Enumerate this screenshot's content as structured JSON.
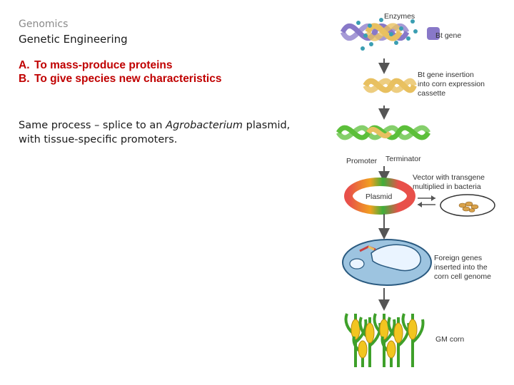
{
  "slide": {
    "kicker": "Genomics",
    "heading": "Genetic Engineering",
    "purposes": [
      {
        "label": "A.",
        "text": "To mass-produce proteins"
      },
      {
        "label": "B.",
        "text": "To give species new characteristics"
      }
    ],
    "body": {
      "before": "Same process – splice to an ",
      "italic": "Agrobacterium",
      "after": " plasmid, with tissue-specific promoters."
    }
  },
  "diagram": {
    "labels": {
      "enzymes": "Enzymes",
      "bt_gene": "Bt gene",
      "insertion_1": "Bt gene insertion",
      "insertion_2": "into corn expression",
      "insertion_3": "cassette",
      "promoter": "Promoter",
      "terminator": "Terminator",
      "vector_1": "Vector with transgene",
      "vector_2": "multiplied in bacteria",
      "plasmid": "Plasmid",
      "foreign_1": "Foreign genes",
      "foreign_2": "inserted into the",
      "foreign_3": "corn cell genome",
      "gm_corn": "GM corn"
    },
    "colors": {
      "helix_yellow": "#e8c060",
      "helix_purple": "#8878c8",
      "helix_green": "#5cbf3a",
      "enzyme_teal": "#3a9eb2",
      "plasmid_red": "#e8504a",
      "plasmid_green": "#3fae3a",
      "plasmid_orange": "#f0a020",
      "cell_blue": "#9dc4e0",
      "arrow_gray": "#555555",
      "corn_leaf": "#3ea02a",
      "corn_kernel": "#f2c520"
    }
  }
}
